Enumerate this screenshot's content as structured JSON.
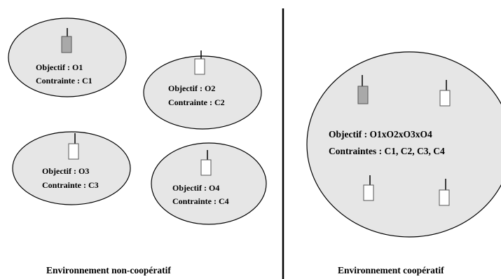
{
  "left_panel": {
    "caption": "Environnement non-coopératif",
    "groups": [
      {
        "objective": "Objectif : O1",
        "constraint": "Contrainte : C1",
        "device": "device-gray-icon"
      },
      {
        "objective": "Objectif : O2",
        "constraint": "Contrainte : C2",
        "device": "device-white-icon"
      },
      {
        "objective": "Objectif : O3",
        "constraint": "Contrainte : C3",
        "device": "device-white-icon"
      },
      {
        "objective": "Objectif : O4",
        "constraint": "Contrainte : C4",
        "device": "device-white-icon"
      }
    ]
  },
  "right_panel": {
    "caption": "Environnement coopératif",
    "objective": "Objectif : O1xO2xO3xO4",
    "constraints": "Contraintes : C1, C2, C3, C4",
    "devices": [
      "device-gray-icon",
      "device-white-icon",
      "device-white-icon",
      "device-white-icon"
    ]
  },
  "colors": {
    "ellipse_fill": "#e6e6e6",
    "device_gray": "#a9a9a9",
    "device_white": "#ffffff",
    "stroke": "#000000"
  }
}
